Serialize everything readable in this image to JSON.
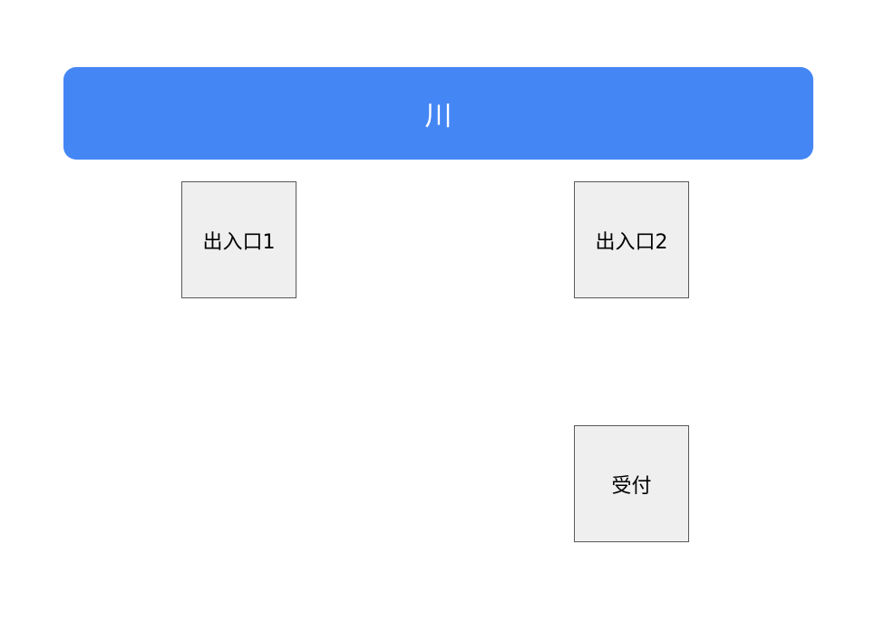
{
  "colors": {
    "river": "#4586f5",
    "box_fill": "#efefef",
    "box_border": "#595959"
  },
  "river": {
    "label": "川"
  },
  "nodes": {
    "entrance_1": {
      "label": "出入口1"
    },
    "entrance_2": {
      "label": "出入口2"
    },
    "reception": {
      "label": "受付"
    }
  }
}
